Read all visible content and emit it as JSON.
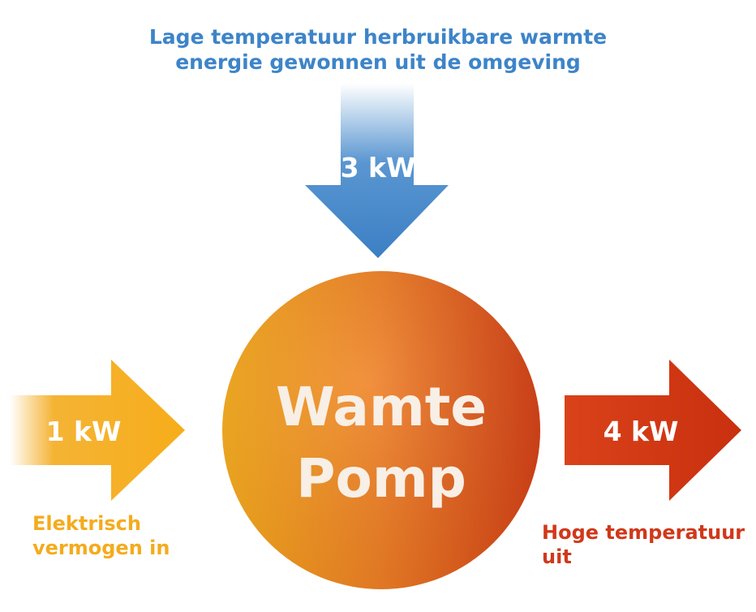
{
  "top_label": {
    "line1": "Lage temperatuur herbruikbare warmte",
    "line2": "energie gewonnen uit de omgeving"
  },
  "top_arrow": {
    "value": "3 kW"
  },
  "left_arrow": {
    "value": "1 kW"
  },
  "right_arrow": {
    "value": "4 kW"
  },
  "center": {
    "line1": "Wamte",
    "line2": "Pomp"
  },
  "left_label": {
    "line1": "Elektrisch",
    "line2": "vermogen in"
  },
  "right_label": {
    "line1": "Hoge temperatuur",
    "line2": "uit"
  },
  "colors": {
    "blue": "#3d84c9",
    "yellow": "#f4ab1e",
    "orange": "#ef8a25",
    "red": "#d1381a"
  }
}
